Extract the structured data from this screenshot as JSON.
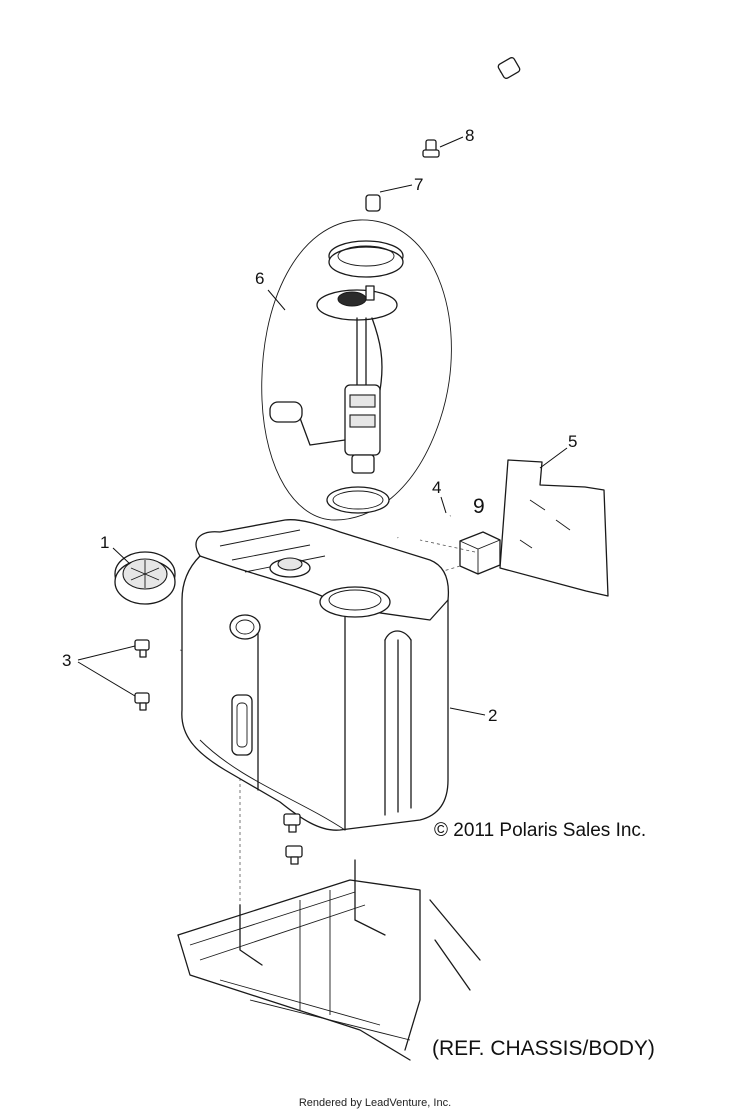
{
  "callouts": {
    "c1": "1",
    "c2": "2",
    "c3": "3",
    "c4": "4",
    "c5": "5",
    "c6": "6",
    "c7": "7",
    "c8": "8",
    "c9": "9"
  },
  "copyright": "© 2011 Polaris Sales Inc.",
  "reference_note": "(REF. CHASSIS/BODY)",
  "footer": "Rendered by LeadVenture, Inc."
}
